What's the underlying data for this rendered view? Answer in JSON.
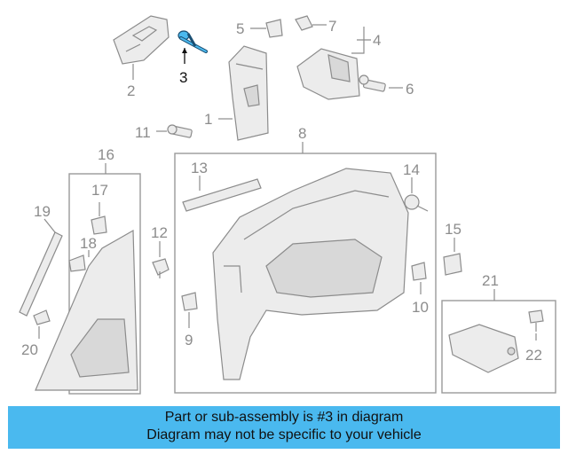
{
  "callouts": {
    "c1": "1",
    "c2": "2",
    "c3": "3",
    "c4": "4",
    "c5": "5",
    "c6": "6",
    "c7": "7",
    "c8": "8",
    "c9": "9",
    "c10": "10",
    "c11": "11",
    "c12": "12",
    "c13": "13",
    "c14": "14",
    "c15": "15",
    "c16": "16",
    "c17": "17",
    "c18": "18",
    "c19": "19",
    "c20": "20",
    "c21": "21",
    "c22": "22"
  },
  "highlight_part": "3",
  "colors": {
    "banner": "#4ab9ef",
    "highlight_part": "#4ab9ef",
    "line_art": "#8c8c8c"
  },
  "banner": {
    "line1": "Part or sub-assembly is #3 in diagram",
    "line2": "Diagram may not be specific to your vehicle"
  }
}
